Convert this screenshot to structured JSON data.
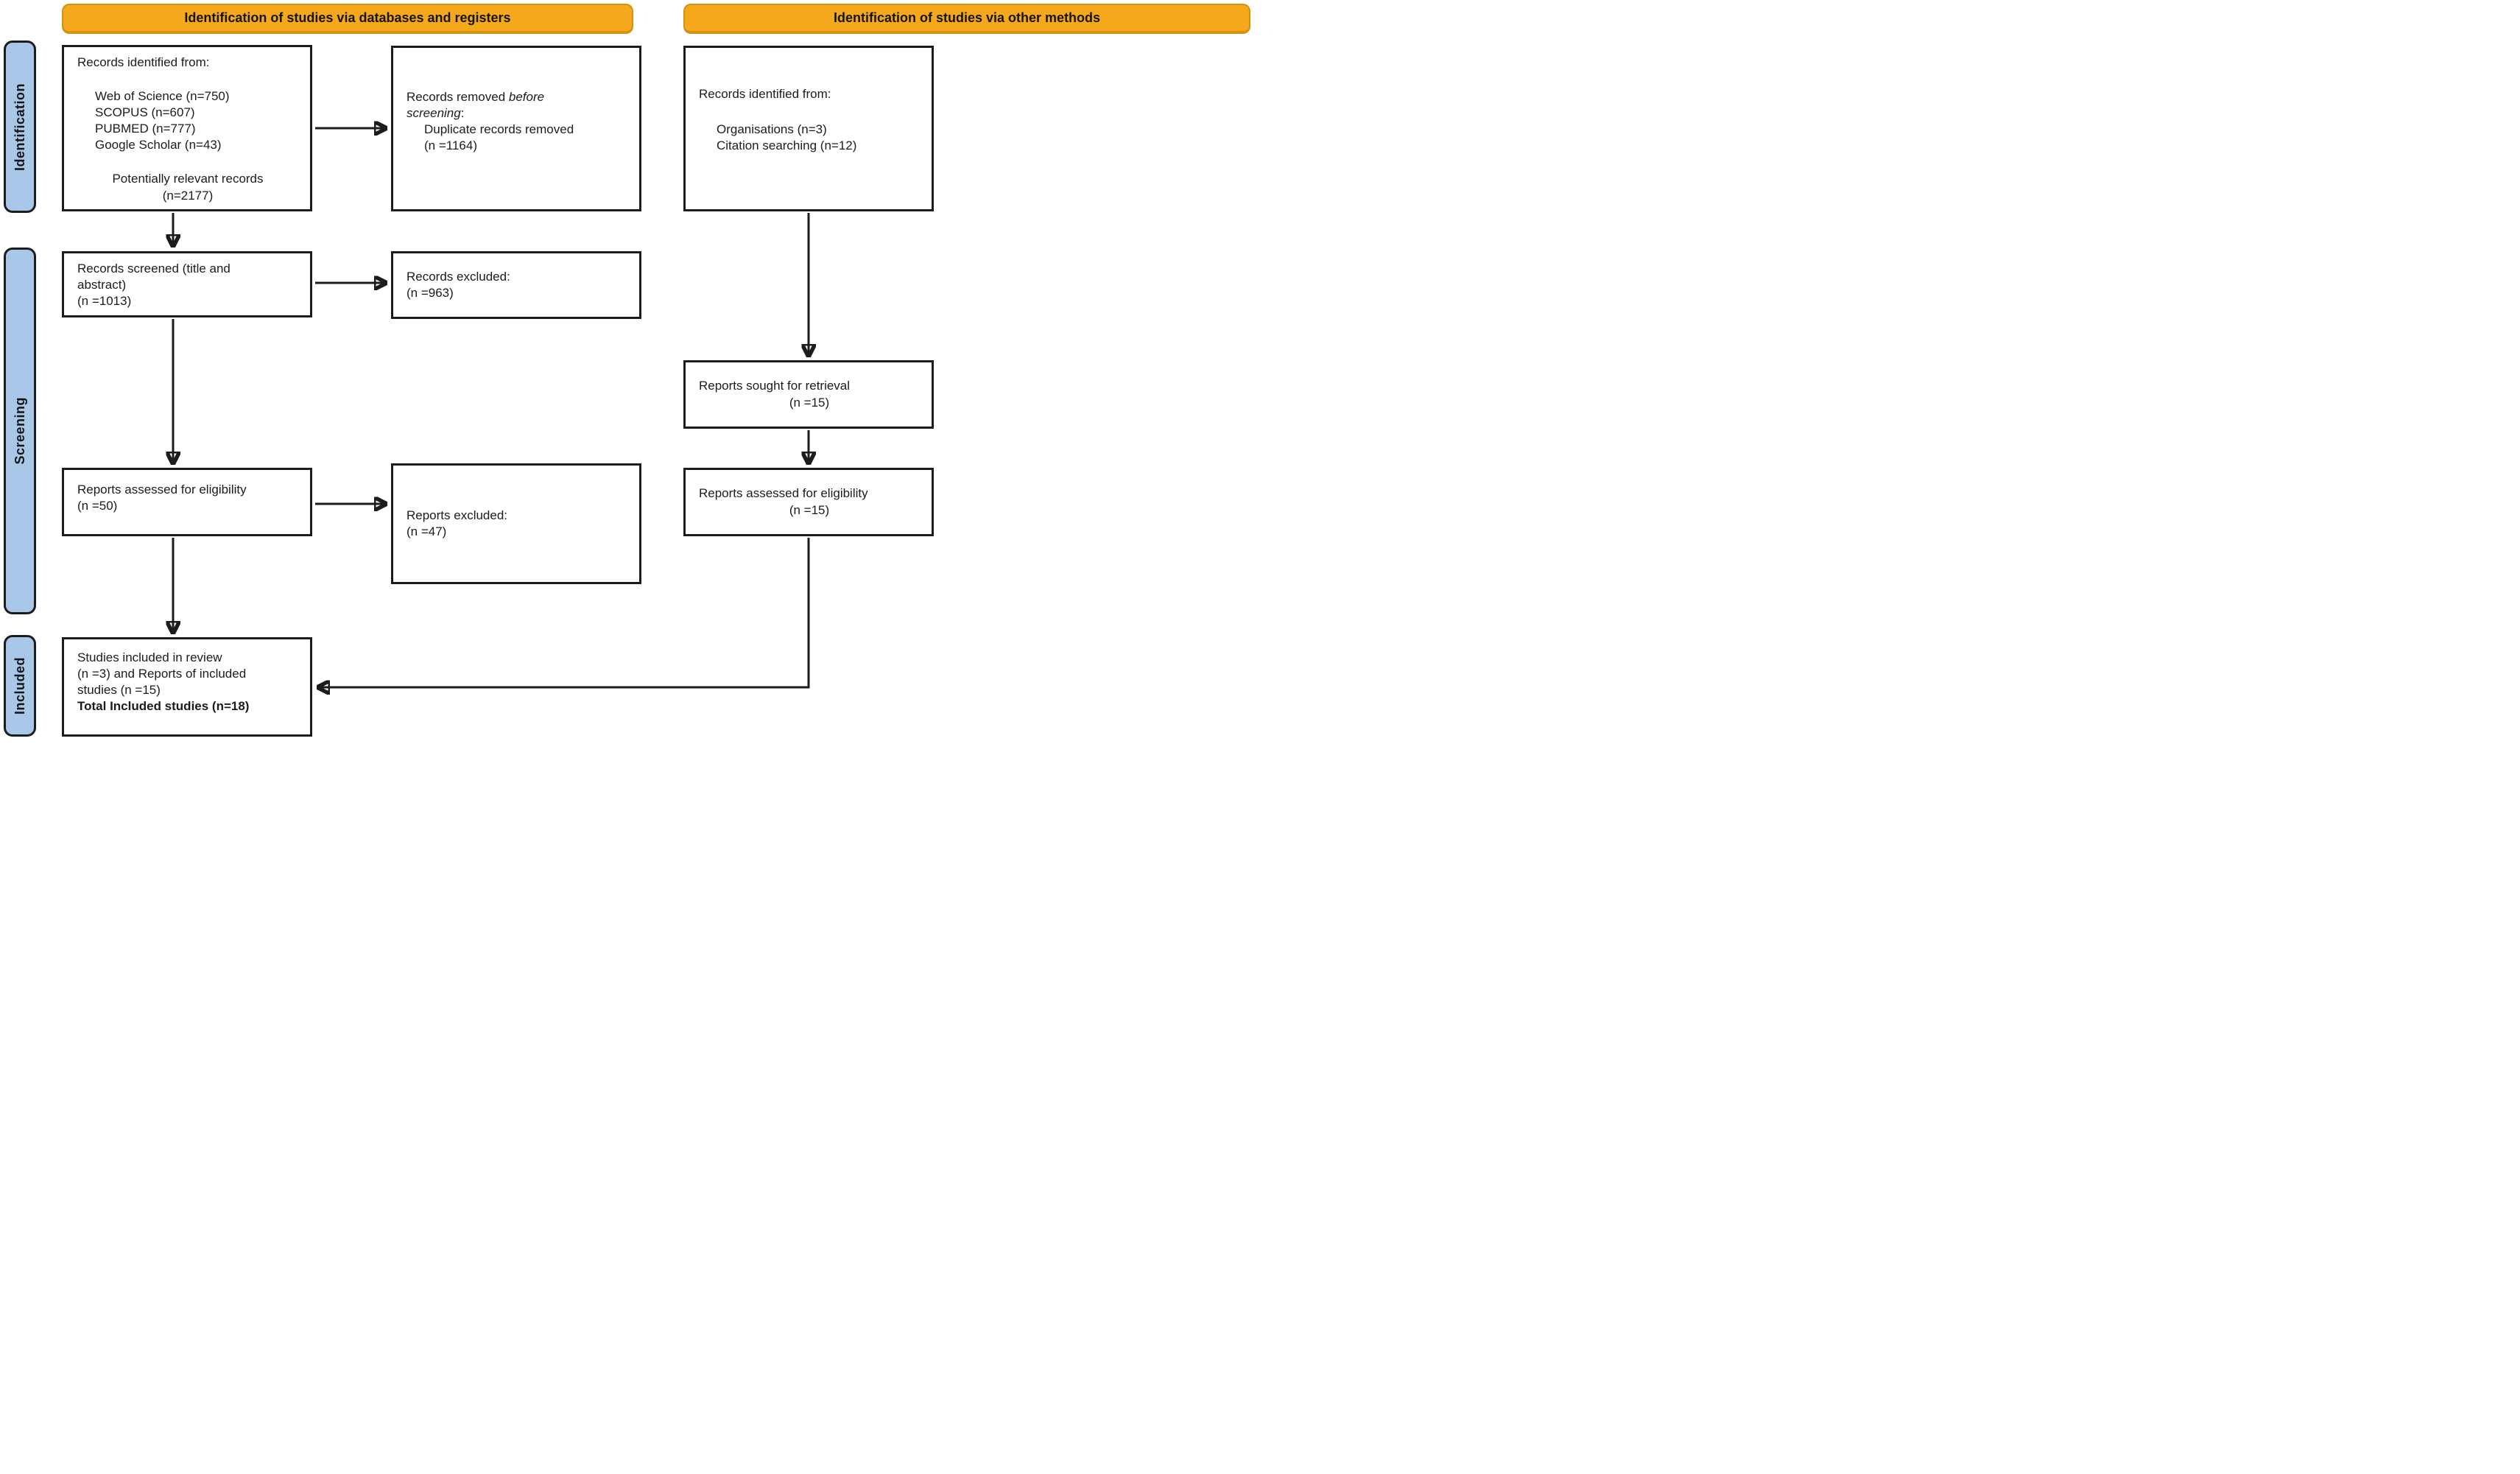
{
  "banners": {
    "databases": "Identification of studies via databases and registers",
    "other": "Identification of studies via other methods"
  },
  "stages": {
    "identification": "Identification",
    "screening": "Screening",
    "included": "Included"
  },
  "colors": {
    "banner_fill": "#F5A81C",
    "banner_edge": "#D2920E",
    "stage_fill": "#A9C7E9",
    "line": "#1C1C1C"
  },
  "boxes": {
    "db_identified": {
      "title": "Records identified from:",
      "items": [
        "Web of Science (n=750)",
        "SCOPUS (n=607)",
        "PUBMED (n=777)",
        "Google Scholar (n=43)"
      ],
      "footer_line1": "Potentially relevant records",
      "footer_line2": "(n=2177)"
    },
    "records_removed": {
      "line1_normal": "Records removed ",
      "line1_italic": "before",
      "line2_italic": "screening",
      "line2_normal": ":",
      "item": "Duplicate records removed",
      "count": "(n =1164)"
    },
    "other_identified": {
      "title": "Records identified from:",
      "items": [
        "Organisations (n=3)",
        "Citation searching (n=12)"
      ]
    },
    "records_screened": {
      "line1": "Records screened (title and",
      "line2": "abstract)",
      "line3": "(n =1013)"
    },
    "records_excluded": {
      "line1": "Records excluded:",
      "line2": "(n =963)"
    },
    "reports_sought": {
      "line1": "Reports sought for retrieval",
      "line2": "(n =15)"
    },
    "reports_assessed_db": {
      "line1": "Reports assessed for eligibility",
      "line2": "(n =50)"
    },
    "reports_excluded": {
      "line1": "Reports excluded:",
      "line2": "(n =47)"
    },
    "reports_assessed_other": {
      "line1": "Reports assessed for eligibility",
      "line2": "(n =15)"
    },
    "included": {
      "line1": "Studies included in review",
      "line2": "(n =3) and Reports of included",
      "line3": "studies (n =15)",
      "line4_bold": "Total Included studies (n=18)"
    }
  }
}
